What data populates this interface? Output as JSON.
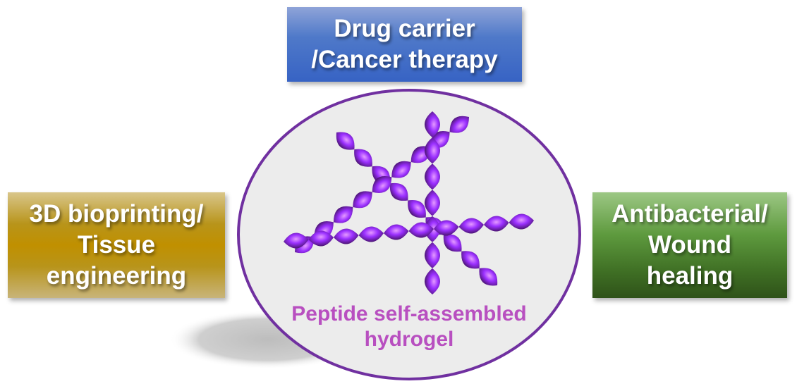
{
  "top_box": {
    "label": "Drug carrier\n/Cancer therapy",
    "color": "#3f6bc6"
  },
  "left_box": {
    "label": "3D bioprinting/\nTissue\nengineering",
    "color": "#c09000"
  },
  "right_box": {
    "label": "Antibacterial/\nWound\nhealing",
    "color": "#4a7d2c"
  },
  "center": {
    "caption": "Peptide self-assembled\nhydrogel",
    "caption_color": "#b84fc0",
    "outline_color": "#7030a0",
    "fill_color": "#ececec",
    "fiber_color": "#9b30ff"
  }
}
